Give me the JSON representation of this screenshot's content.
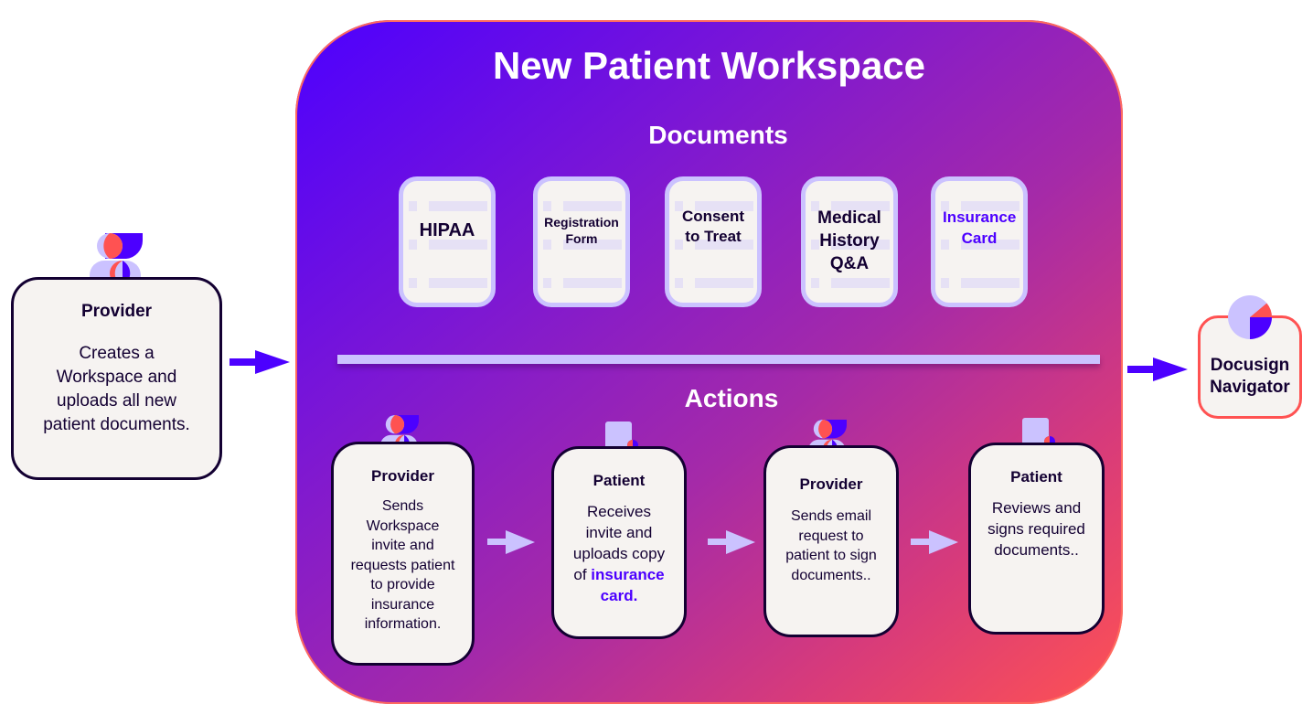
{
  "workspace": {
    "title": "New Patient Workspace",
    "documents_heading": "Documents",
    "actions_heading": "Actions"
  },
  "provider_start": {
    "role": "Provider",
    "description": "Creates a Workspace and uploads all new patient documents.",
    "icon": "provider-icon"
  },
  "documents": [
    {
      "label": "HIPAA",
      "highlight": false
    },
    {
      "label": "Registration Form",
      "highlight": false
    },
    {
      "label": "Consent to Treat",
      "highlight": false
    },
    {
      "label": "Medical History Q&A",
      "highlight": false
    },
    {
      "label": "Insurance Card",
      "highlight": true
    }
  ],
  "actions": [
    {
      "role": "Provider",
      "icon": "provider-icon",
      "description": "Sends Workspace invite and requests patient to provide insurance information."
    },
    {
      "role": "Patient",
      "icon": "patient-icon",
      "description_pre": "Receives invite and uploads copy of",
      "description_highlight": "insurance card."
    },
    {
      "role": "Provider",
      "icon": "provider-icon",
      "description": "Sends email request to patient to sign documents.."
    },
    {
      "role": "Patient",
      "icon": "patient-icon",
      "description": "Reviews and signs required documents.."
    }
  ],
  "navigator": {
    "label": "Docusign Navigator",
    "icon": "pie-chart-icon"
  },
  "colors": {
    "accent_purple": "#4c00ff",
    "coral": "#ff5252",
    "lavender": "#cbc2ff",
    "ink": "#130032",
    "card_bg": "#f6f3f1"
  }
}
